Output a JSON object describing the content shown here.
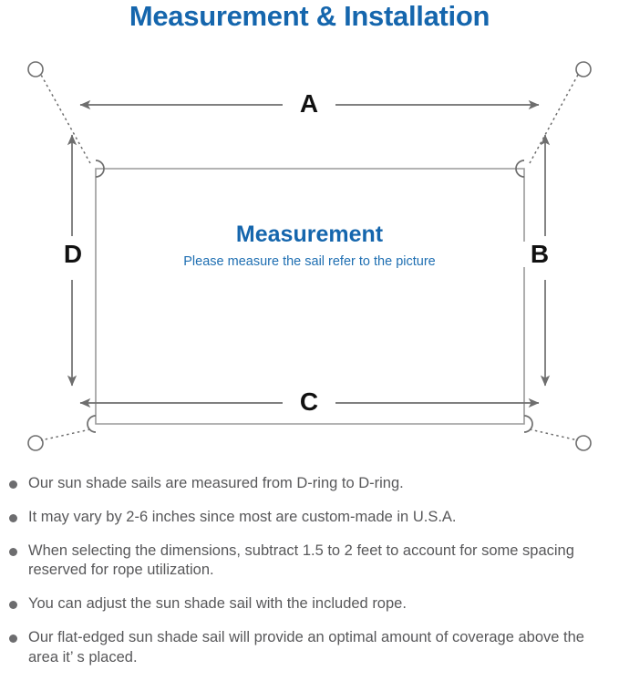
{
  "title": "Measurement & Installation",
  "diagram": {
    "center_heading": "Measurement",
    "center_subtitle": "Please measure the sail refer to the picture",
    "dimension_labels": {
      "top": "A",
      "right": "B",
      "bottom": "C",
      "left": "D"
    },
    "colors": {
      "title_blue": "#1566ad",
      "subtitle_blue": "#1f6fb2",
      "line_gray": "#6e6e6e",
      "sail_edge_gray": "#9a9a9a",
      "label_black": "#111111",
      "note_gray": "#58585a"
    },
    "shapes": {
      "sail_corners": "four D-rings",
      "anchor_points": "four anchor circles",
      "leader_lines": "dotted"
    }
  },
  "notes": [
    "Our sun shade sails are measured from D-ring to D-ring.",
    "It may vary by 2-6 inches since most are custom-made in U.S.A.",
    "When selecting the dimensions, subtract 1.5 to 2 feet to account for some spacing reserved for rope utilization.",
    "You can adjust the sun shade sail with the included rope.",
    "Our flat-edged sun shade sail will provide an optimal amount of coverage above the area it’ s placed."
  ]
}
